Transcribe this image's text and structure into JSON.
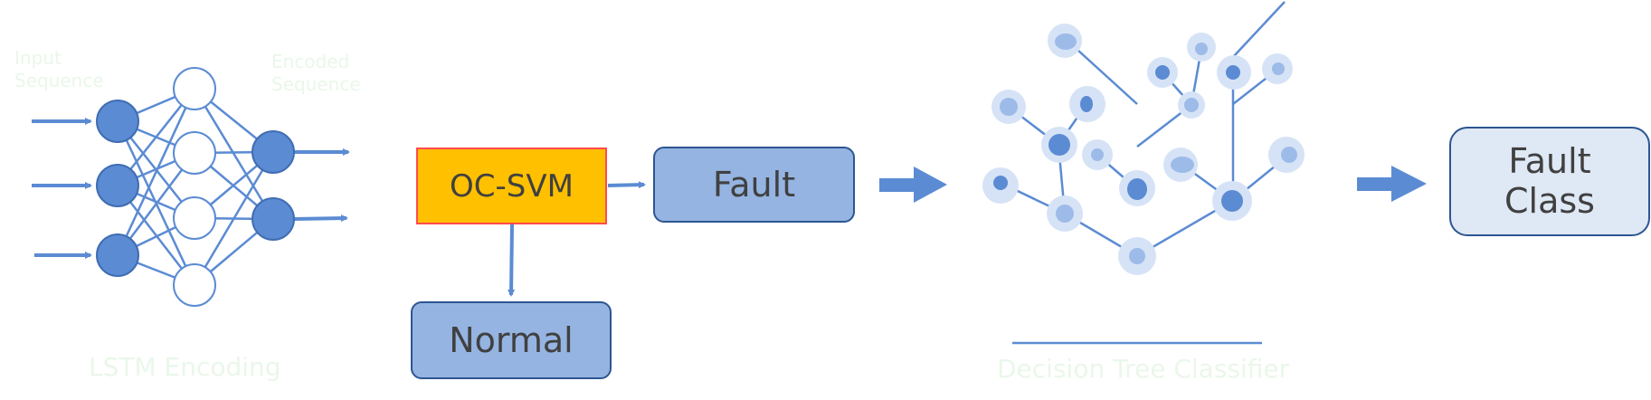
{
  "lstm": {
    "input_label": [
      "Input",
      "Sequence"
    ],
    "encoded_label": [
      "Encoded",
      "Sequence"
    ],
    "section_label": "LSTM Encoding"
  },
  "ocsvm": {
    "label": "OC-SVM"
  },
  "fault": {
    "label": "Fault"
  },
  "normal": {
    "label": "Normal"
  },
  "tree": {
    "section_label": "Decision Tree Classifier"
  },
  "fault_class": {
    "label": [
      "Fault",
      "Class"
    ]
  },
  "colors": {
    "node_blue": "#5b8bd3",
    "node_border": "#3f6db3",
    "line_blue": "#5b8bd3",
    "box_blue": "#95b4e2",
    "box_border": "#2d5591",
    "ocsvm_fill": "#ffc000",
    "ocsvm_border": "#ff4b4b",
    "fault_class_fill": "#dfe8f5",
    "tree_halo": "#d6e3f6",
    "tree_node_light": "#9dbbe8",
    "faint_green": "#eaf7ea"
  }
}
